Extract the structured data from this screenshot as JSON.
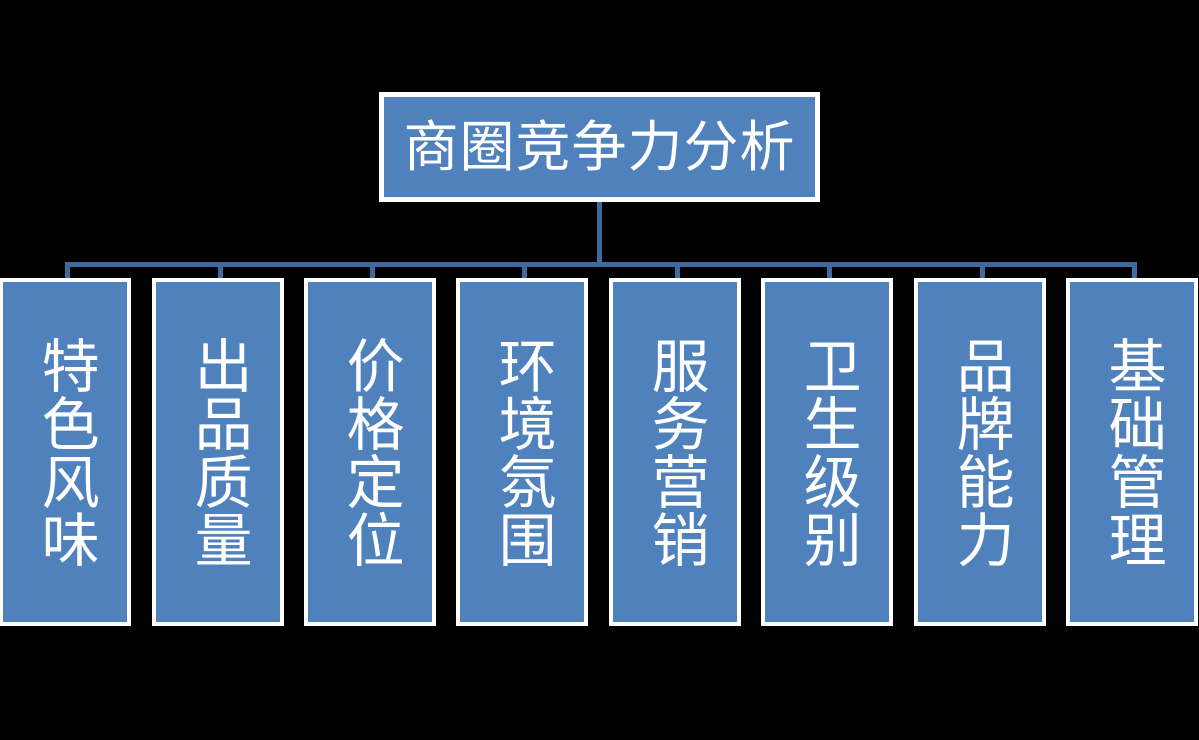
{
  "diagram": {
    "type": "hierarchy-org-chart",
    "background_color": "#000000",
    "node_fill_color": "#4F81BD",
    "node_border_color": "#FFFFFF",
    "connector_color": "#3F6A9E",
    "text_color": "#FFFFFF",
    "root": {
      "label": "商圈竞争力分析",
      "orientation": "horizontal"
    },
    "children": [
      {
        "label": "特色风味",
        "orientation": "vertical"
      },
      {
        "label": "出品质量",
        "orientation": "vertical"
      },
      {
        "label": "价格定位",
        "orientation": "vertical"
      },
      {
        "label": "环境氛围",
        "orientation": "vertical"
      },
      {
        "label": "服务营销",
        "orientation": "vertical"
      },
      {
        "label": "卫生级别",
        "orientation": "vertical"
      },
      {
        "label": "品牌能力",
        "orientation": "vertical"
      },
      {
        "label": "基础管理",
        "orientation": "vertical"
      }
    ]
  }
}
